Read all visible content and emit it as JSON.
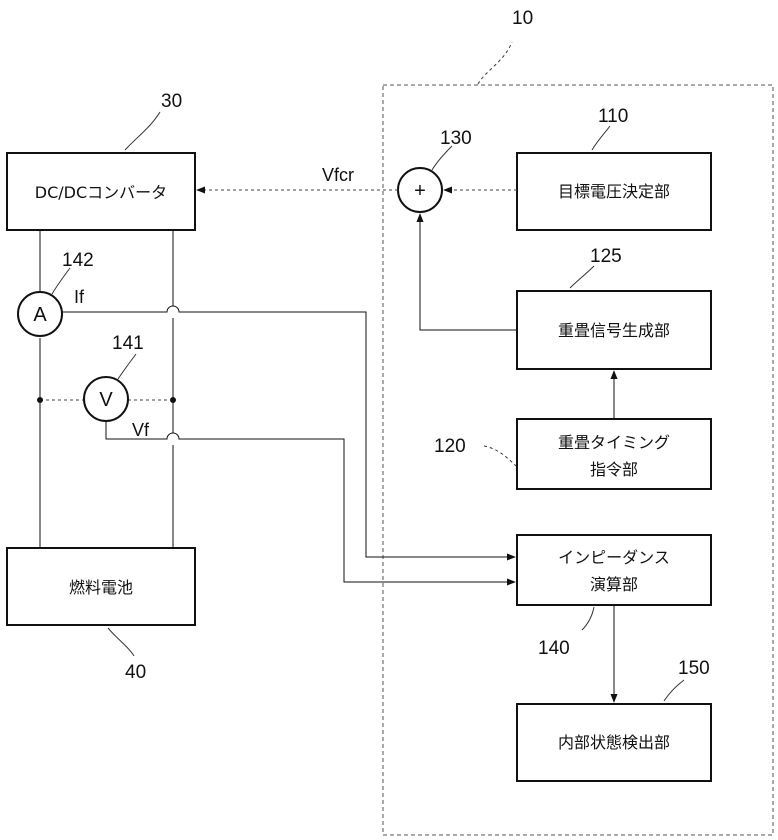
{
  "figure": {
    "controller_ref": "10",
    "blocks": {
      "dcdc": {
        "label": "DC/DCコンバータ",
        "ref": "30"
      },
      "fuel_cell": {
        "label": "燃料電池",
        "ref": "40"
      },
      "target_voltage": {
        "label": "目標電圧決定部",
        "ref": "110"
      },
      "superposition_signal": {
        "label": "重畳信号生成部",
        "ref": "125"
      },
      "superposition_timing": {
        "line1": "重畳タイミング",
        "line2": "指令部",
        "ref": "120"
      },
      "impedance_calc": {
        "line1": "インピーダンス",
        "line2": "演算部",
        "ref": "140"
      },
      "internal_state": {
        "label": "内部状態検出部",
        "ref": "150"
      }
    },
    "adder": {
      "symbol": "+",
      "ref": "130"
    },
    "ammeter": {
      "symbol": "A",
      "ref": "142"
    },
    "voltmeter": {
      "symbol": "V",
      "ref": "141"
    },
    "signals": {
      "vfcr": "Vfcr",
      "if": "If",
      "vf": "Vf"
    }
  }
}
